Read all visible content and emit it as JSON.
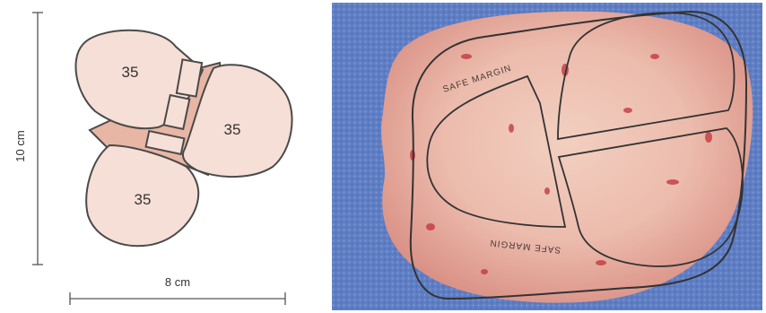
{
  "diagram": {
    "height_label": "10 cm",
    "width_label": "8 cm",
    "paddle_labels": [
      "35",
      "35",
      "35"
    ],
    "colors": {
      "paddle_fill": "#f6dfd6",
      "bridge_fill": "#e8b6a5",
      "outline": "#4a4a4a"
    }
  },
  "photo": {
    "margin_label_top": "SAFE MARGIN",
    "margin_label_bottom": "SAFE MARGIN"
  }
}
